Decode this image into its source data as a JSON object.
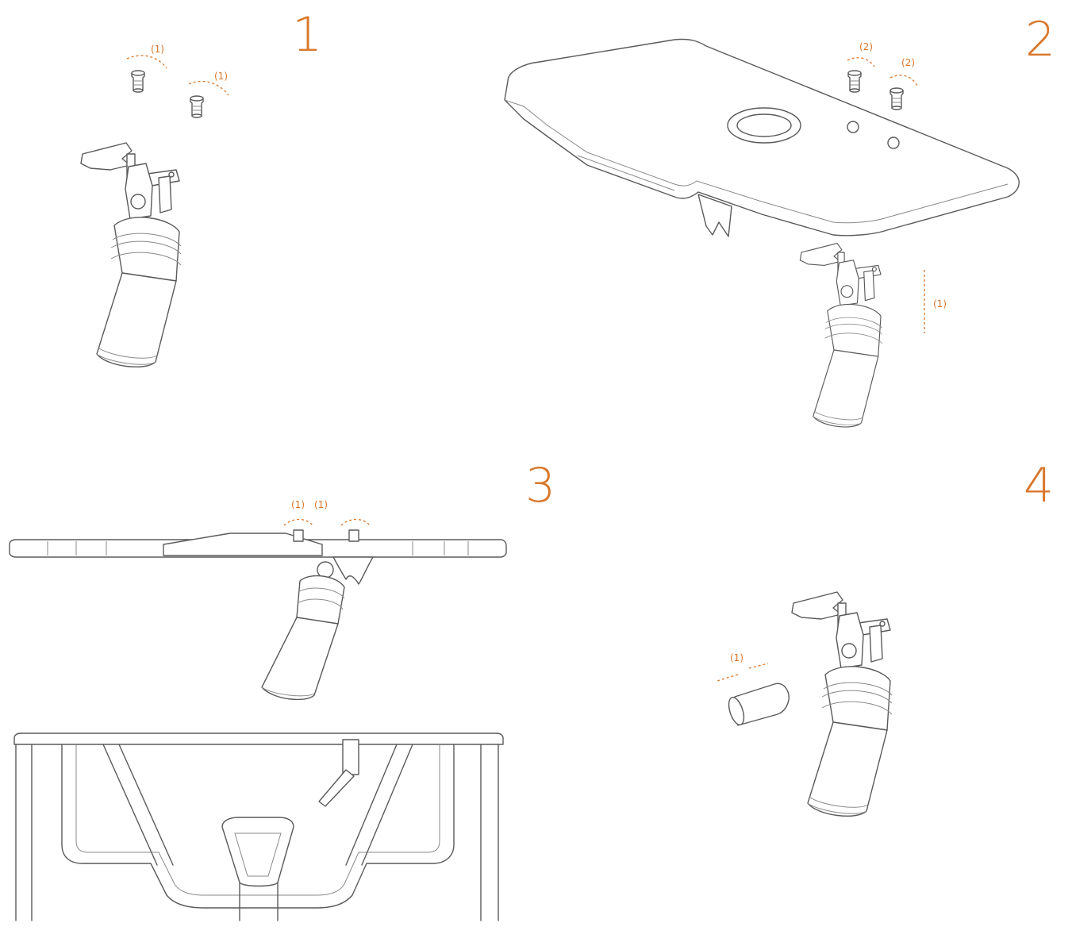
{
  "colors": {
    "accent": "#d9772b",
    "line": "#5a5a5a"
  },
  "steps": [
    {
      "number": "1",
      "callouts": [
        "(1)",
        "(1)"
      ]
    },
    {
      "number": "2",
      "callouts": [
        "(2)",
        "(2)",
        "(1)"
      ]
    },
    {
      "number": "3",
      "callouts": [
        "(1)",
        "(1)"
      ]
    },
    {
      "number": "4",
      "callouts": [
        "(1)"
      ]
    }
  ]
}
